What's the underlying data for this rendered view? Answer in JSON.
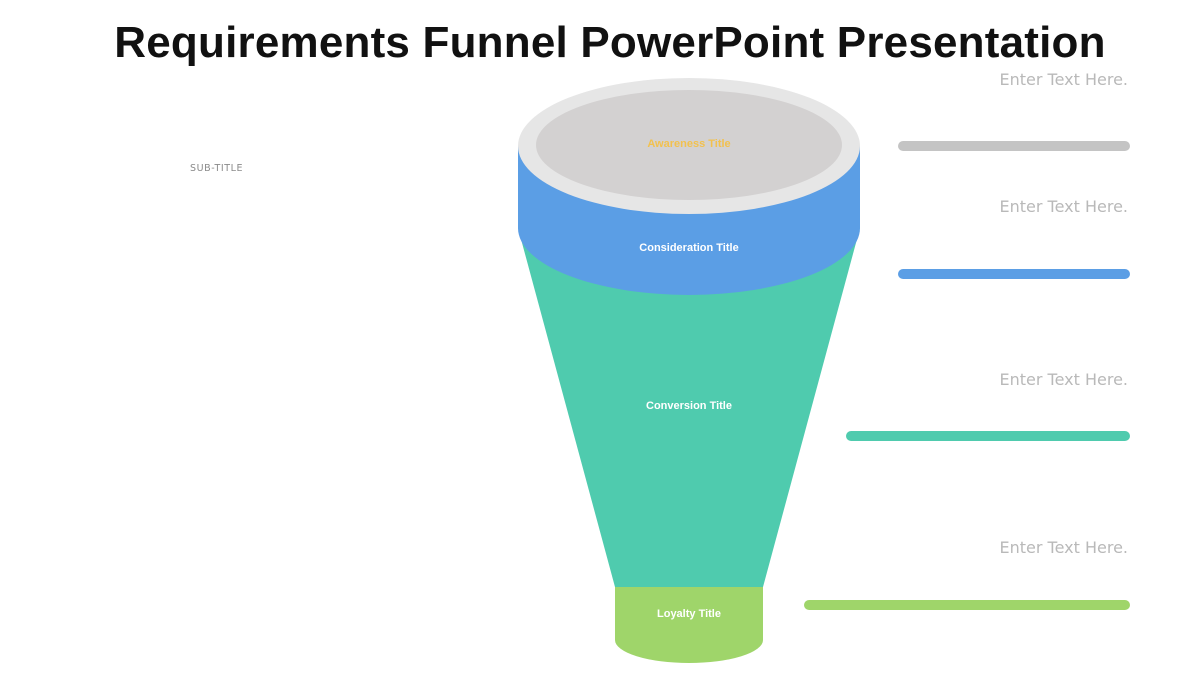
{
  "slide": {
    "title": "Requirements Funnel PowerPoint Presentation",
    "subtitle": "SUB-TITLE"
  },
  "funnel": {
    "stages": [
      {
        "label": "Awareness Title",
        "color": "#D3D1D1",
        "rim_color": "#E6E6E6",
        "label_color": "#F2C14E"
      },
      {
        "label": "Consideration Title",
        "color": "#5B9EE5",
        "label_color": "#FFFFFF"
      },
      {
        "label": "Conversion Title",
        "color": "#4FCBAE",
        "label_color": "#FFFFFF"
      },
      {
        "label": "Loyalty Title",
        "color": "#9FD56A",
        "label_color": "#FFFFFF"
      }
    ]
  },
  "text_items": [
    {
      "text": "Enter Text Here.",
      "bar_color": "#C4C4C4"
    },
    {
      "text": "Enter Text Here.",
      "bar_color": "#5B9EE5"
    },
    {
      "text": "Enter Text Here.",
      "bar_color": "#4FCBAE"
    },
    {
      "text": "Enter Text Here.",
      "bar_color": "#9FD56A"
    }
  ]
}
